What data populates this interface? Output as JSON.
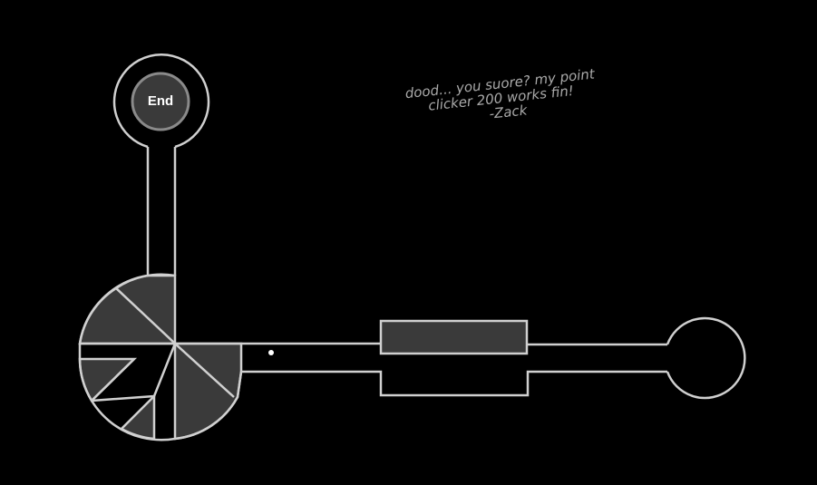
{
  "game": {
    "end_label": "End",
    "note": {
      "line1": "dood... you suore? my point",
      "line2": "clicker 200 works fin!",
      "line3": "-Zack"
    }
  },
  "colors": {
    "background": "#000000",
    "wall": "#d0d0d0",
    "block_fill": "#3a3a3a",
    "end_button_fill": "#3a3a3a",
    "end_button_border": "#8a8a8a",
    "note_text": "#a9a9a9",
    "cursor_dot": "#ffffff"
  }
}
